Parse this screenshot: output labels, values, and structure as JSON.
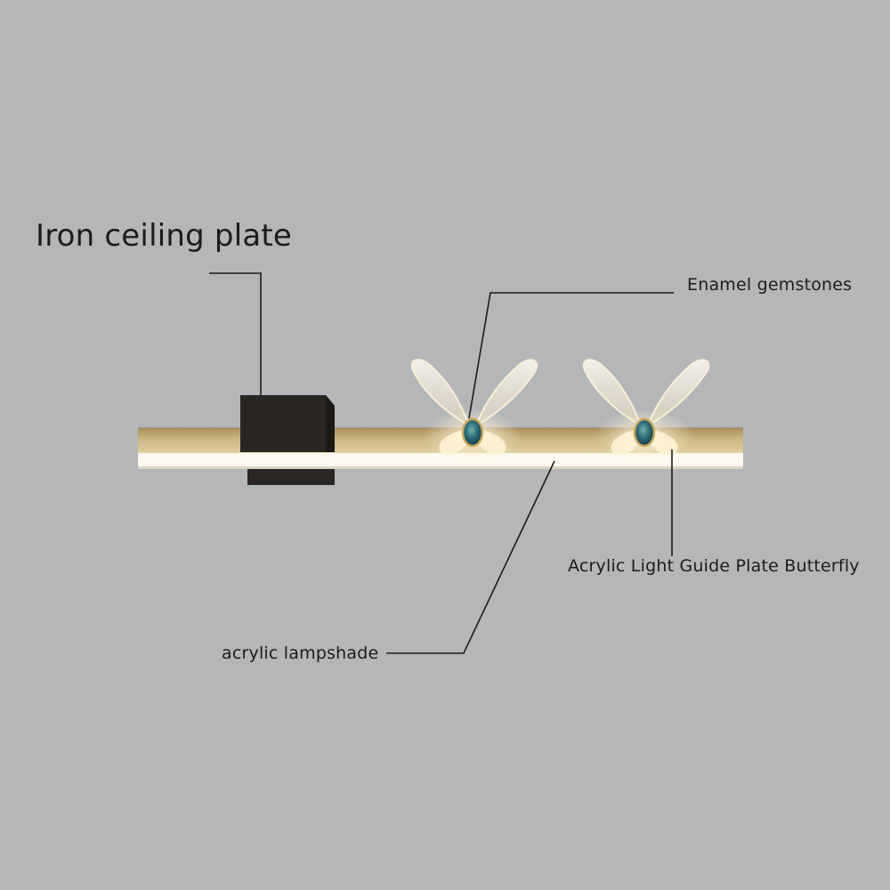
{
  "labels": {
    "iron_ceiling_plate": "Iron ceiling plate",
    "enamel_gemstones": "Enamel gemstones",
    "acrylic_light_guide_plate_butterfly": "Acrylic Light Guide Plate Butterfly",
    "acrylic_lampshade": "acrylic lampshade"
  },
  "colors": {
    "background": "#b5b6b8",
    "gold_bar": "#c9b27a",
    "ceiling_plate": "#2a2623",
    "gemstone": "#2f6a6e",
    "leader_line": "#1c1c1c",
    "text": "#1c1c1c"
  }
}
